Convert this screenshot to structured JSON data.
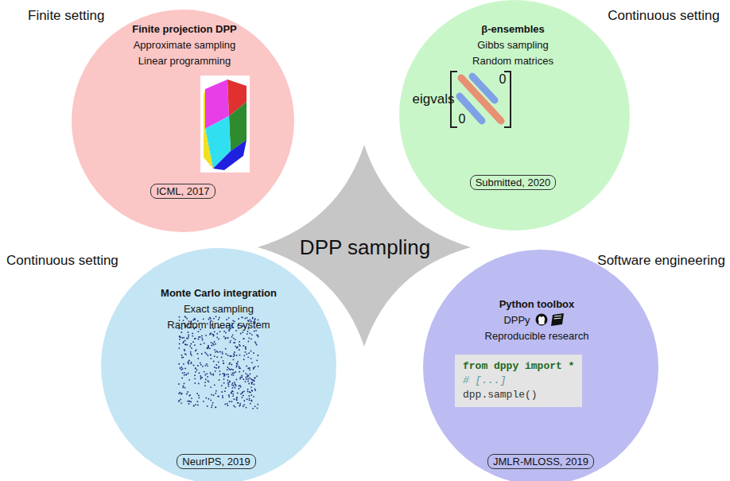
{
  "diagram": {
    "nodes": [
      {
        "text": [
          "Finite projection DPP",
          "Approximate sampling",
          "Linear programming"
        ]
      },
      {
        "text": [
          "ICML, 2017"
        ],
        "in": 0
      },
      {
        "text": [
          "β-ensembles",
          "Gibbs sampling",
          "Random matrices"
        ]
      },
      {
        "text": [
          "Submitted, 2020"
        ],
        "in": 2
      },
      {
        "text": [
          "DPP sampling"
        ]
      },
      {
        "text": [
          "Monte Carlo integration",
          "Exact sampling",
          "Random linear system"
        ]
      },
      {
        "text": [
          "NeurIPS, 2019"
        ],
        "in": 5
      },
      {
        "text": [
          "Python toolbox",
          "DPPy",
          "Reproducible research"
        ]
      },
      {
        "text": [
          "from dppy import *",
          "# [...]",
          "dpp.sample()"
        ],
        "in": 7
      },
      {
        "text": [
          "JMLR-MLOSS, 2019"
        ],
        "in": 7
      }
    ],
    "edges": [],
    "labels": [
      "Finite setting",
      "Continuous setting",
      "Continuous setting",
      "Software engineering",
      "eigvals",
      "0",
      "0"
    ]
  }
}
